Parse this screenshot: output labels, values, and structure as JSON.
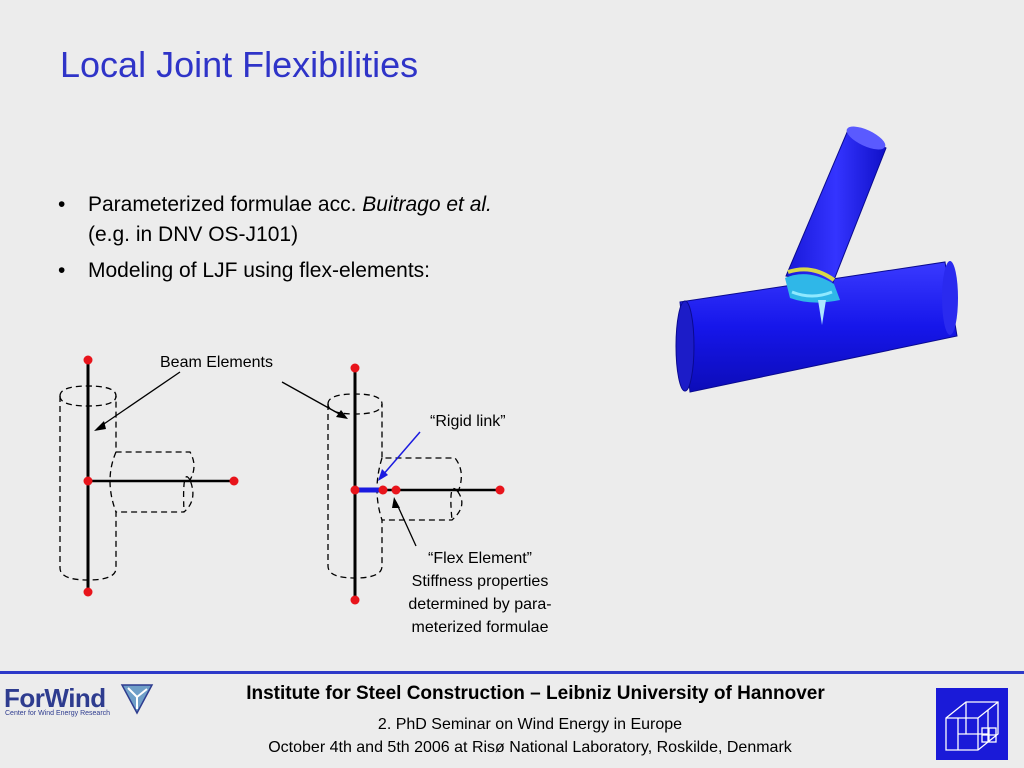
{
  "title": "Local Joint Flexibilities",
  "bullets": [
    {
      "text": "Parameterized formulae acc. ",
      "emphasis": "Buitrago et al.",
      "line2": "(e.g. in DNV OS-J101)"
    },
    {
      "text": "Modeling of LJF using flex-elements:"
    }
  ],
  "bullet_glyph": "•",
  "diagram": {
    "beam_elements_label": "Beam Elements",
    "rigid_link_label": "“Rigid link”",
    "flex_element_lines": [
      "“Flex Element”",
      "Stiffness properties",
      "determined by para-",
      "meterized formulae"
    ],
    "node_color": "#e8141b",
    "rigid_link_color": "#1a1ae0"
  },
  "footer": {
    "logo_main": "ForWind",
    "logo_sub": "Center for Wind Energy Research",
    "institute": "Institute for Steel Construction – Leibniz University of Hannover",
    "seminar": "2. PhD Seminar on Wind Energy in Europe",
    "date_location": "October 4th and 5th 2006 at Risø National Laboratory, Roskilde, Denmark"
  },
  "colors": {
    "title": "#2f34c8",
    "footer_line": "#2d39c9",
    "fem_blue": "#1010e0",
    "logo": "#2e3c8f"
  }
}
